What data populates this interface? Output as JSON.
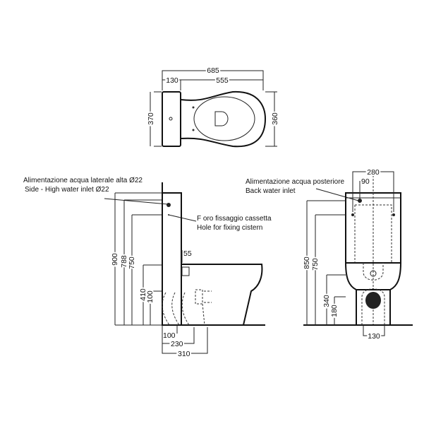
{
  "top_view": {
    "d_overall": "685",
    "d_cistern": "130",
    "d_bowl": "555",
    "d_width_left": "370",
    "d_width_right": "360"
  },
  "side_view": {
    "label_inlet_it": "Alimentazione acqua laterale alta Ø22",
    "label_inlet_en": "Side - High water inlet Ø22",
    "label_hole_it": "F oro fissaggio cassetta",
    "label_hole_en": "Hole for fixing cistern",
    "h900": "900",
    "h788": "788",
    "h750": "750",
    "h410": "410",
    "h100": "100",
    "d55": "55",
    "b100": "100",
    "b230": "230",
    "b310": "310"
  },
  "front_view": {
    "label_inlet_it": "Alimentazione acqua posteriore",
    "label_inlet_en": "Back water inlet",
    "w280": "280",
    "w90": "90",
    "h850": "850",
    "h750": "750",
    "h340": "340",
    "h180": "180",
    "b130": "130"
  }
}
